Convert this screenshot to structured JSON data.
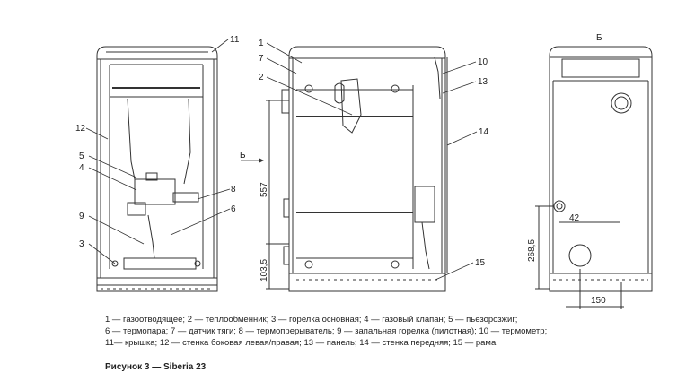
{
  "callouts": {
    "n1": "1",
    "n2": "2",
    "n3": "3",
    "n4": "4",
    "n5": "5",
    "n6": "6",
    "n7": "7",
    "n8": "8",
    "n9": "9",
    "n10": "10",
    "n11": "11",
    "n12": "12",
    "n13": "13",
    "n14": "14",
    "n15": "15"
  },
  "view_marks": {
    "arrow_b": "Б",
    "top_b": "Б"
  },
  "dimensions": {
    "d557": "557",
    "d103_5": "103,5",
    "d42": "42",
    "d268_5": "268,5",
    "d150": "150"
  },
  "legend": {
    "line1": "1 — газоотводящее; 2 — теплообменник; 3 — горелка основная; 4 — газовый клапан; 5 — пьезорозжиг;",
    "line2": "6 — термопара; 7 — датчик тяги; 8 — термопрерыватель; 9 — запальная горелка (пилотная); 10 — термометр;",
    "line3": "11— крышка; 12 — стенка боковая левая/правая; 13 — панель; 14 — стенка передняя; 15 — рама"
  },
  "caption": "Рисунок 3 — Siberia 23"
}
